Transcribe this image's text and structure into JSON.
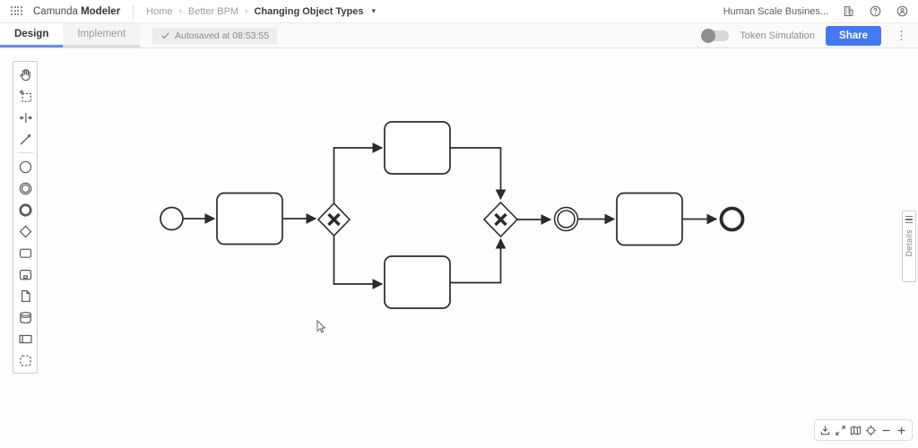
{
  "header": {
    "brand": {
      "first": "Camunda",
      "second": "Modeler"
    },
    "breadcrumb": {
      "home": "Home",
      "project": "Better BPM",
      "current": "Changing Object Types",
      "separator": "›"
    },
    "org": "Human Scale Busines..."
  },
  "bar": {
    "design_tab": "Design",
    "implement_tab": "Implement",
    "autosaved": "Autosaved at 08:53:55",
    "token_simulation": "Token Simulation",
    "share": "Share"
  },
  "canvas": {
    "details_label": "Details"
  },
  "icons": {
    "header": [
      "apps-grid-icon",
      "organization-icon",
      "help-icon",
      "account-icon"
    ],
    "sub_bar": [
      "checkmark-icon",
      "toggle-switch",
      "kebab-menu-icon"
    ],
    "palette": [
      "hand-tool-icon",
      "lasso-tool-icon",
      "space-tool-icon",
      "global-connect-icon",
      "start-event-icon",
      "intermediate-event-icon",
      "end-event-icon",
      "gateway-icon",
      "task-icon",
      "subprocess-icon",
      "data-object-icon",
      "data-store-icon",
      "participant-icon",
      "group-icon"
    ],
    "side": [
      "hamburger-icon"
    ],
    "zoom_bar": [
      "download-icon",
      "fit-view-icon",
      "minimap-icon",
      "reset-zoom-icon",
      "zoom-out-icon",
      "zoom-in-icon"
    ],
    "misc": [
      "chevron-down-icon",
      "cursor-pointer"
    ]
  },
  "colors": {
    "accent_blue": "#4678f2",
    "tab_underline": "#5f8ff3",
    "diagram_stroke": "#2b2b2b",
    "bar_background": "#fafafa",
    "canvas_background": "#fdfdfd"
  },
  "diagram": {
    "type": "bpmn-process",
    "elements": [
      {
        "id": "start",
        "type": "start-event"
      },
      {
        "id": "task-1",
        "type": "task"
      },
      {
        "id": "gateway-split",
        "type": "exclusive-gateway"
      },
      {
        "id": "task-top",
        "type": "task"
      },
      {
        "id": "task-bottom",
        "type": "task"
      },
      {
        "id": "gateway-join",
        "type": "exclusive-gateway"
      },
      {
        "id": "intermediate-event",
        "type": "intermediate-throw-event"
      },
      {
        "id": "task-2",
        "type": "task"
      },
      {
        "id": "end",
        "type": "end-event"
      }
    ],
    "flows": [
      [
        "start",
        "task-1"
      ],
      [
        "task-1",
        "gateway-split"
      ],
      [
        "gateway-split",
        "task-top"
      ],
      [
        "gateway-split",
        "task-bottom"
      ],
      [
        "task-top",
        "gateway-join"
      ],
      [
        "task-bottom",
        "gateway-join"
      ],
      [
        "gateway-join",
        "intermediate-event"
      ],
      [
        "intermediate-event",
        "task-2"
      ],
      [
        "task-2",
        "end"
      ]
    ]
  }
}
